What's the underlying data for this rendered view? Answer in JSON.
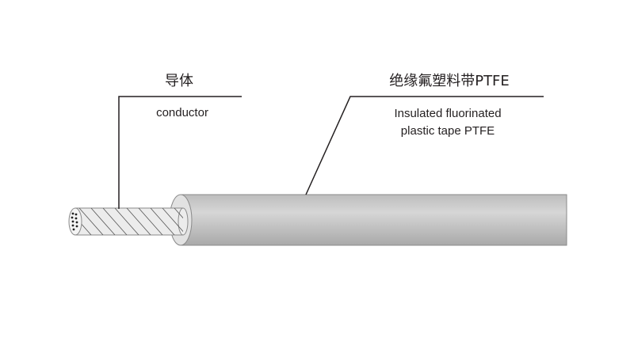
{
  "conductor": {
    "label_zh": "导体",
    "label_en": "conductor"
  },
  "insulation": {
    "label_zh": "绝缘氟塑料带PTFE",
    "label_en_line1": "Insulated fluorinated",
    "label_en_line2": "plastic tape PTFE"
  },
  "colors": {
    "jacket": "#c8c8c8",
    "conductor": "#e6e6e6",
    "line": "#231f20"
  }
}
